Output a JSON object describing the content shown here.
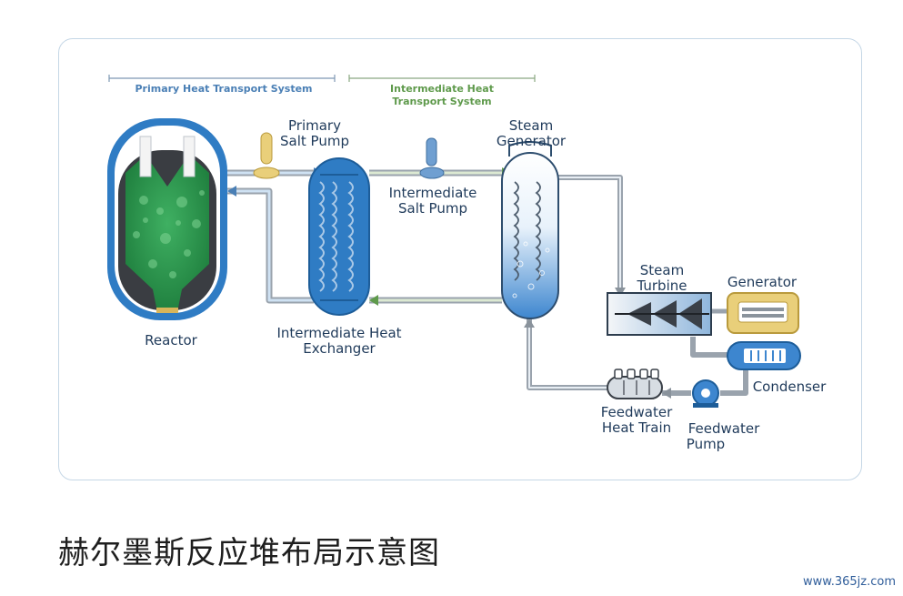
{
  "diagram": {
    "systems": {
      "primary": "Primary Heat Transport System",
      "intermediate_line1": "Intermediate Heat",
      "intermediate_line2": "Transport System"
    },
    "labels": {
      "reactor": "Reactor",
      "primary_salt_pump_1": "Primary",
      "primary_salt_pump_2": "Salt Pump",
      "intermediate_salt_pump_1": "Intermediate",
      "intermediate_salt_pump_2": "Salt Pump",
      "steam_generator_1": "Steam",
      "steam_generator_2": "Generator",
      "intermediate_hx_1": "Intermediate Heat",
      "intermediate_hx_2": "Exchanger",
      "steam_turbine_1": "Steam",
      "steam_turbine_2": "Turbine",
      "generator": "Generator",
      "condenser": "Condenser",
      "feedwater_heat_train_1": "Feedwater",
      "feedwater_heat_train_2": "Heat Train",
      "feedwater_pump_1": "Feedwater",
      "feedwater_pump_2": "Pump"
    },
    "colors": {
      "primary_system": "#4a7fb5",
      "intermediate_system": "#5f9a4c",
      "reactor_vessel": "#2f7cc4",
      "reactor_core": "#2e9a4e",
      "pipe": "#9aa3ad",
      "pump_yellow": "#e9cf7a",
      "label": "#1f3a5a"
    }
  },
  "caption": "赫尔墨斯反应堆布局示意图",
  "watermark": "www.365jz.com"
}
